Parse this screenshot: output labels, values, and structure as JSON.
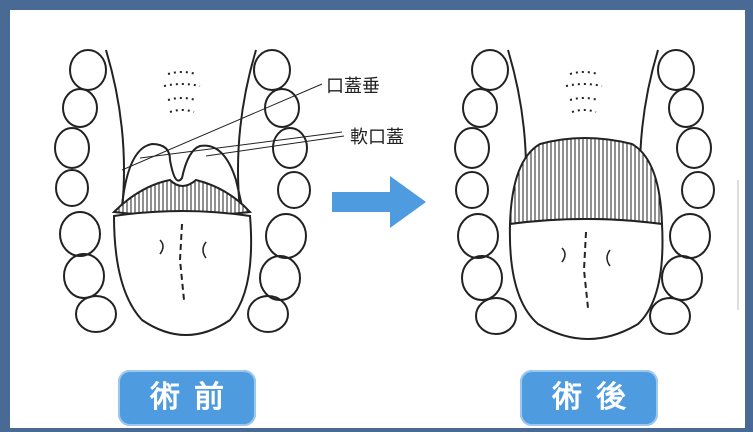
{
  "labels": {
    "uvula": "口蓋垂",
    "soft_palate": "軟口蓋"
  },
  "stages": {
    "before": "術前",
    "after": "術後"
  },
  "colors": {
    "border": "#4a6a96",
    "arrow": "#4f9be0",
    "pill": "#4f9be0",
    "ink": "#222222"
  },
  "icons": {
    "arrow": "right-arrow-icon"
  }
}
